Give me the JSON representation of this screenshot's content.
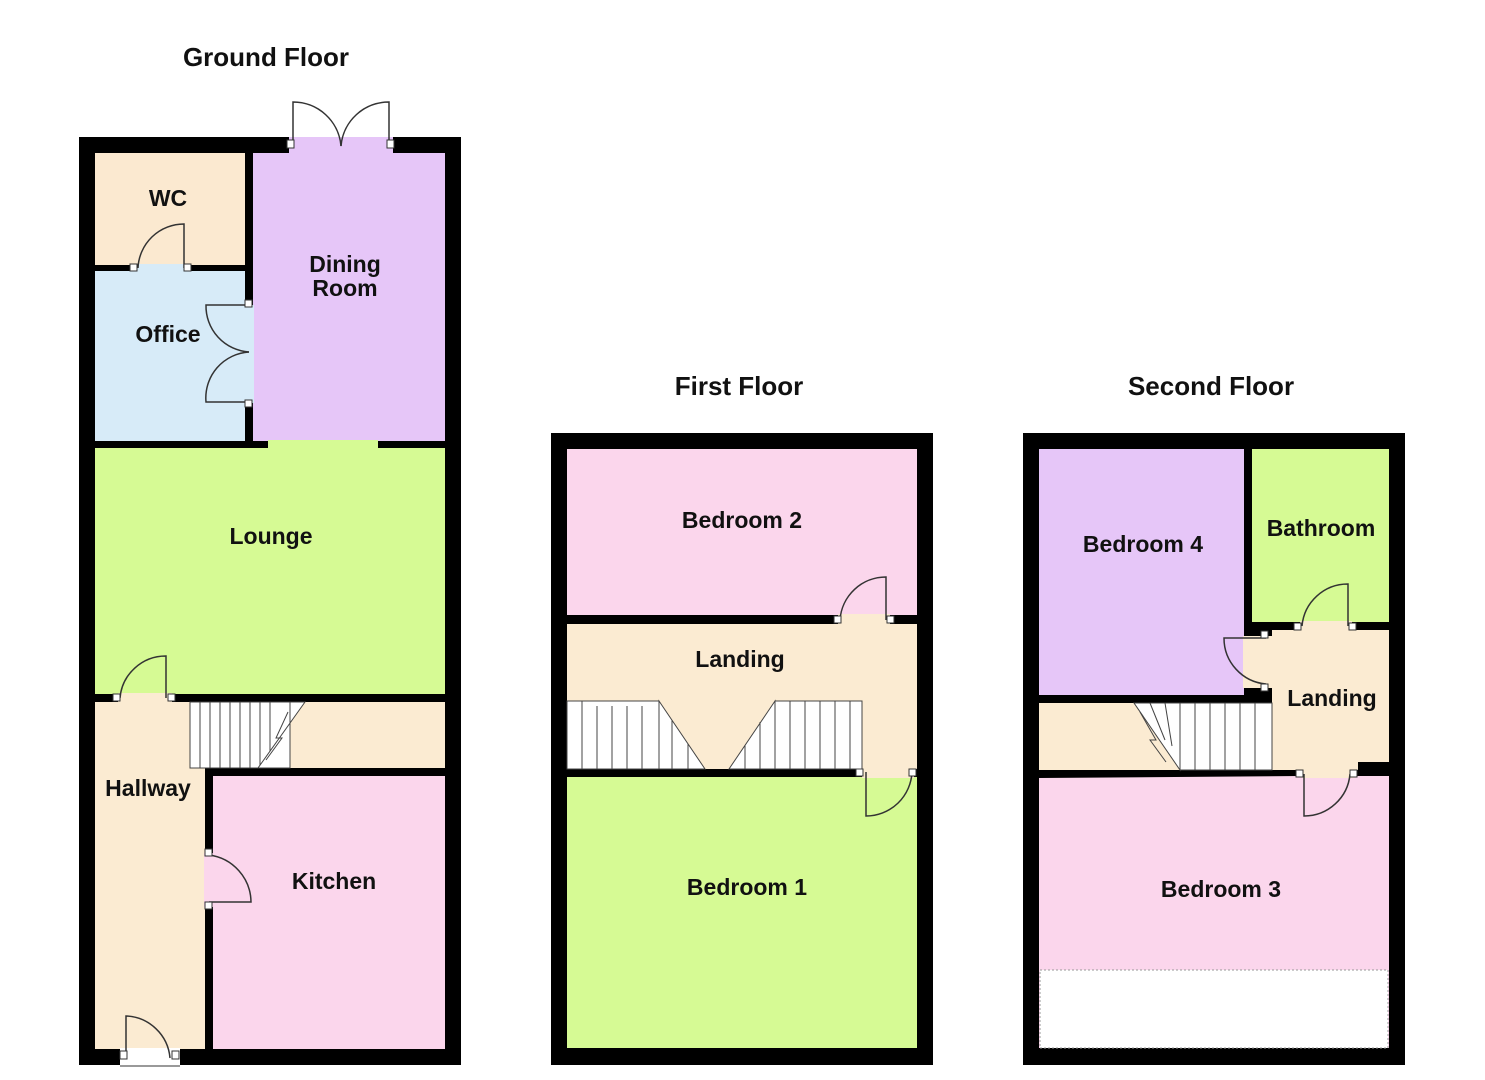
{
  "floors": {
    "ground": {
      "title": "Ground Floor",
      "rooms": {
        "wc": {
          "label": "WC",
          "color": "#fbe9d0"
        },
        "dining_room": {
          "label_line1": "Dining",
          "label_line2": "Room",
          "color": "#e6c6f8"
        },
        "office": {
          "label": "Office",
          "color": "#d7ebf8"
        },
        "lounge": {
          "label": "Lounge",
          "color": "#d6fa94"
        },
        "hallway": {
          "label": "Hallway",
          "color": "#fbebd2"
        },
        "kitchen": {
          "label": "Kitchen",
          "color": "#fbd6ec"
        }
      }
    },
    "first": {
      "title": "First Floor",
      "rooms": {
        "bedroom_2": {
          "label": "Bedroom 2",
          "color": "#fbd6ec"
        },
        "landing": {
          "label": "Landing",
          "color": "#fbebd2"
        },
        "bedroom_1": {
          "label": "Bedroom 1",
          "color": "#d6fa94"
        }
      }
    },
    "second": {
      "title": "Second Floor",
      "rooms": {
        "bedroom_4": {
          "label": "Bedroom 4",
          "color": "#e6c6f8"
        },
        "bathroom": {
          "label": "Bathroom",
          "color": "#d6fa94"
        },
        "landing": {
          "label": "Landing",
          "color": "#fbebd2"
        },
        "bedroom_3": {
          "label": "Bedroom 3",
          "color": "#fbd6ec"
        }
      }
    }
  }
}
